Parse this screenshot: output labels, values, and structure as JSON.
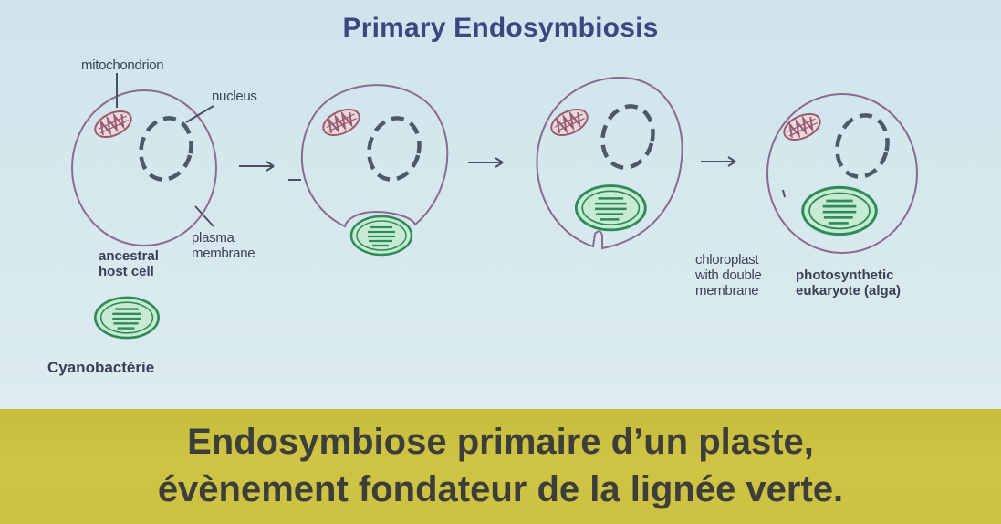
{
  "title": "Primary Endosymbiosis",
  "labels": {
    "mitochondrion": "mitochondrion",
    "nucleus": "nucleus",
    "plasma_membrane_1": "plasma",
    "plasma_membrane_2": "membrane",
    "ancestral_host_1": "ancestral",
    "ancestral_host_2": "host cell",
    "cyanobacteria": "Cyanobactérie",
    "chloroplast_1": "chloroplast",
    "chloroplast_2": "with double",
    "chloroplast_3": "membrane",
    "photosynthetic_1": "photosynthetic",
    "photosynthetic_2": "eukaryote (alga)"
  },
  "banner": {
    "line1": "Endosymbiose primaire d’un plaste,",
    "line2": "évènement fondateur de la lignée verte."
  },
  "colors": {
    "cell_membrane": "#8a6a8e",
    "mitochondrion": "#9a5b6c",
    "nucleus": "#4d5a66",
    "chloroplast": "#2e8a58",
    "chloroplast_fill": "#bfe6cc",
    "arrow": "#4a5060",
    "banner": "#cbc142"
  }
}
